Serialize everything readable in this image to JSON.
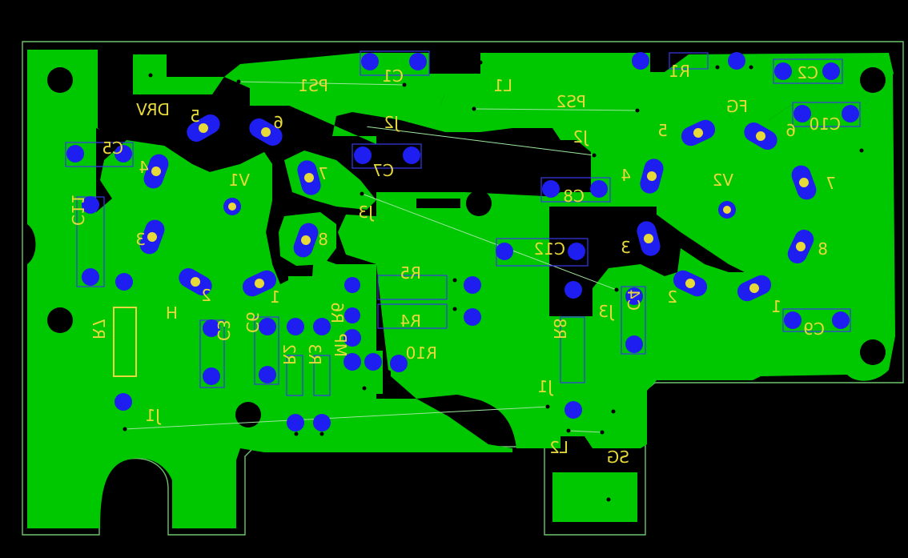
{
  "board": {
    "colors": {
      "background": "#000000",
      "copper": "#00c800",
      "pad": "#1e1ef0",
      "silkscreen": "#e8d93a",
      "outline": "#6cc46c",
      "ratsnest": "#9ee69e"
    }
  },
  "labels": {
    "drv": "DRV",
    "fg": "FG",
    "sg": "SG",
    "h": "H",
    "mp": "MP",
    "v1": "V1",
    "v2": "V2",
    "ps1": "PS1",
    "ps2": "PS2",
    "l1": "L1",
    "l2": "L2",
    "j1a": "J1",
    "j1b": "J1",
    "j2a": "J2",
    "j2b": "J2",
    "j3a": "J3",
    "j3b": "J3",
    "c1": "C1",
    "c2": "C2",
    "c3": "C3",
    "c4": "C4",
    "c5": "C5",
    "c6": "C6",
    "c7": "C7",
    "c8": "C8",
    "c9": "C9",
    "c10": "C10",
    "c11": "C11",
    "c12": "C12",
    "r1": "R1",
    "r2": "R2",
    "r3": "R3",
    "r4": "R4",
    "r5": "R5",
    "r6": "R6",
    "r7": "R7",
    "r8": "R8",
    "r10": "R10",
    "v1_pin1": "1",
    "v1_pin2": "2",
    "v1_pin3": "3",
    "v1_pin4": "4",
    "v1_pin5": "5",
    "v1_pin6": "6",
    "v1_pin7": "7",
    "v1_pin8": "8",
    "v2_pin1": "1",
    "v2_pin2": "2",
    "v2_pin3": "3",
    "v2_pin4": "4",
    "v2_pin5": "5",
    "v2_pin6": "6",
    "v2_pin7": "7",
    "v2_pin8": "8"
  }
}
